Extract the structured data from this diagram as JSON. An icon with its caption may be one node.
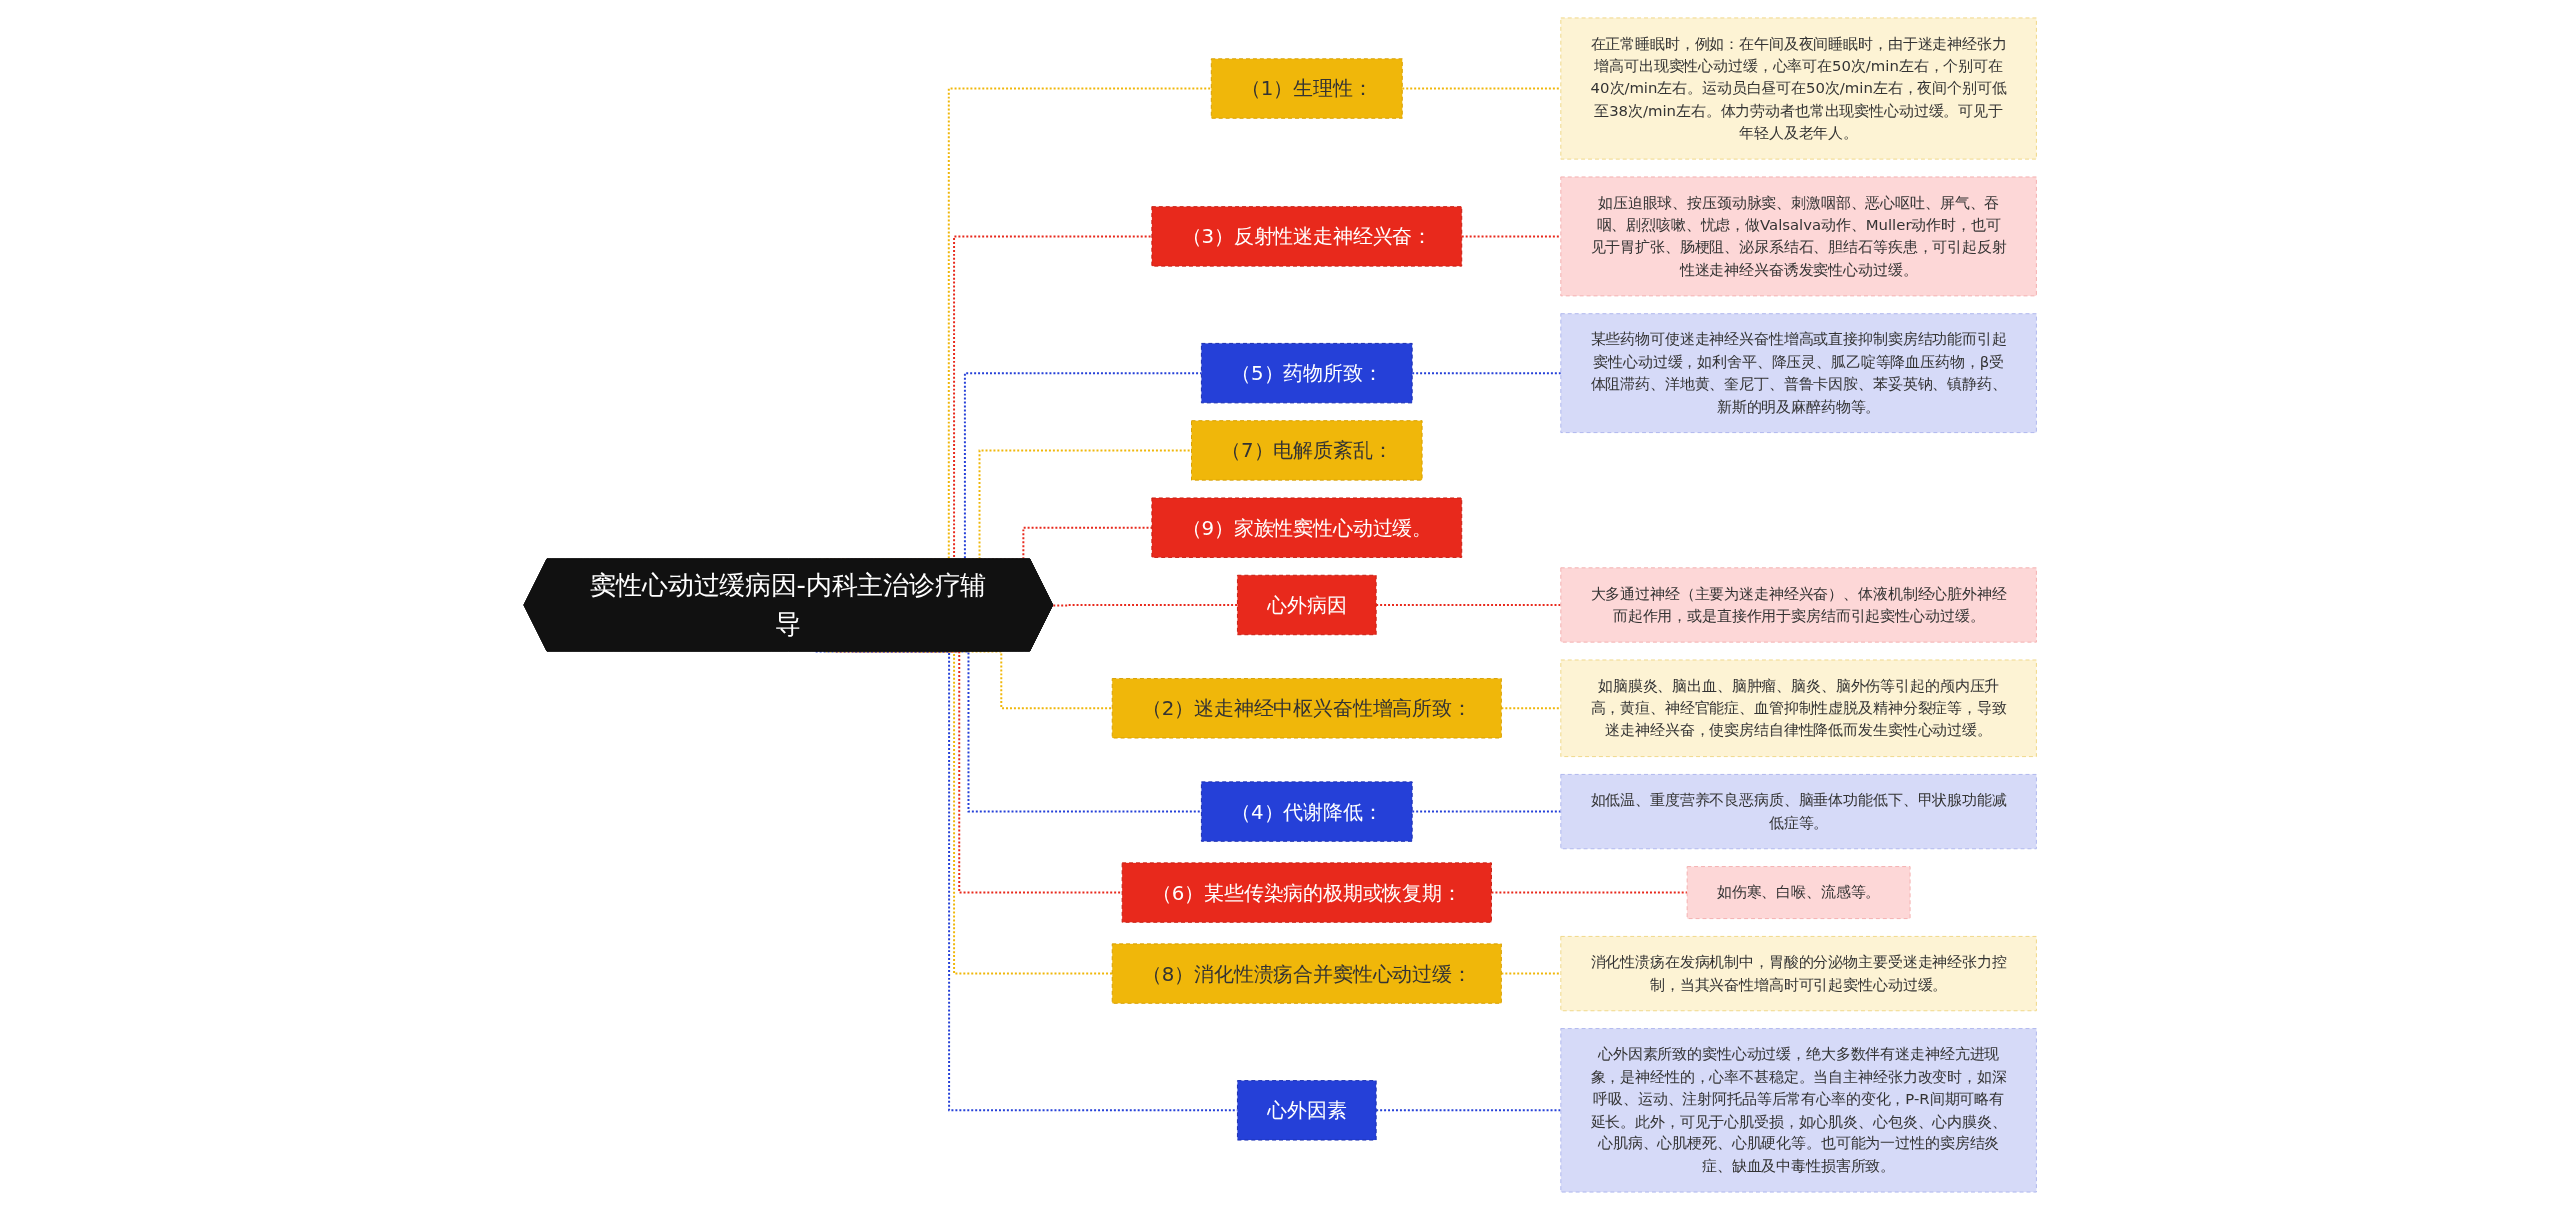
{
  "diagram": {
    "nodes": [
      {
        "text": [
          "窦性心动过缓病因-内科主治诊疗辅导"
        ]
      },
      {
        "text": [
          "（1）生理性："
        ]
      },
      {
        "text": [
          "在正常睡眠时，例如：在午间及夜间睡眠时，由于迷走神经张力增高可出现窦性心动过缓，心率可在50次/min左右，个别可在40次/min左右。运动员白昼可在50次/min左右，夜间个别可低至38次/min左右。体力劳动者也常出现窦性心动过缓。可见于年轻人及老年人。"
        ]
      },
      {
        "text": [
          "（3）反射性迷走神经兴奋："
        ]
      },
      {
        "text": [
          "如压迫眼球、按压颈动脉窦、刺激咽部、恶心呕吐、屏气、吞咽、剧烈咳嗽、忧虑，做Valsalva动作、Muller动作时，也可见于胃扩张、肠梗阻、泌尿系结石、胆结石等疾患，可引起反射性迷走神经兴奋诱发窦性心动过缓。"
        ]
      },
      {
        "text": [
          "（5）药物所致："
        ]
      },
      {
        "text": [
          "某些药物可使迷走神经兴奋性增高或直接抑制窦房结功能而引起窦性心动过缓，如利舍平、降压灵、胍乙啶等降血压药物，β受体阻滞药、洋地黄、奎尼丁、普鲁卡因胺、苯妥英钠、镇静药、新斯的明及麻醉药物等。"
        ]
      },
      {
        "text": [
          "（7）电解质紊乱："
        ]
      },
      {
        "text": [
          "（9）家族性窦性心动过缓。"
        ]
      },
      {
        "text": [
          "心外病因"
        ]
      },
      {
        "text": [
          "大多通过神经（主要为迷走神经兴奋）、体液机制经心脏外神经而起作用，或是直接作用于窦房结而引起窦性心动过缓。"
        ]
      },
      {
        "text": [
          "（2）迷走神经中枢兴奋性增高所致："
        ]
      },
      {
        "text": [
          "如脑膜炎、脑出血、脑肿瘤、脑炎、脑外伤等引起的颅内压升高，黄疸、神经官能症、血管抑制性虚脱及精神分裂症等，导致迷走神经兴奋，使窦房结自律性降低而发生窦性心动过缓。"
        ]
      },
      {
        "text": [
          "（4）代谢降低："
        ]
      },
      {
        "text": [
          "如低温、重度营养不良恶病质、脑垂体功能低下、甲状腺功能减低症等。"
        ]
      },
      {
        "text": [
          "（6）某些传染病的极期或恢复期："
        ]
      },
      {
        "text": [
          "如伤寒、白喉、流感等。"
        ]
      },
      {
        "text": [
          "（8）消化性溃疡合并窦性心动过缓："
        ]
      },
      {
        "text": [
          "消化性溃疡在发病机制中，胃酸的分泌物主要受迷走神经张力控制，当其兴奋性增高时可引起窦性心动过缓。"
        ]
      },
      {
        "text": [
          "心外因素"
        ]
      },
      {
        "text": [
          "心外因素所致的窦性心动过缓，绝大多数伴有迷走神经亢进现象，是神经性的，心率不甚稳定。当自主神经张力改变时，如深呼吸、运动、注射阿托品等后常有心率的变化，P-R间期可略有延长。此外，可见于心肌受损，如心肌炎、心包炎、心内膜炎、心肌病、心肌梗死、心肌硬化等。也可能为一过性的窦房结炎症、缺血及中毒性损害所致。"
        ]
      }
    ],
    "edges": [
      {
        "from": 0,
        "to": 1,
        "arrow": "none",
        "style": "dashed",
        "color": "#f0b70a"
      },
      {
        "from": 1,
        "to": 2,
        "arrow": "none",
        "style": "dashed",
        "color": "#f0b70a"
      },
      {
        "from": 0,
        "to": 3,
        "arrow": "none",
        "style": "dashed",
        "color": "#e8291c"
      },
      {
        "from": 3,
        "to": 4,
        "arrow": "none",
        "style": "dashed",
        "color": "#e8291c"
      },
      {
        "from": 0,
        "to": 5,
        "arrow": "none",
        "style": "dashed",
        "color": "#2540d8"
      },
      {
        "from": 5,
        "to": 6,
        "arrow": "none",
        "style": "dashed",
        "color": "#2540d8"
      },
      {
        "from": 0,
        "to": 7,
        "arrow": "none",
        "style": "dashed",
        "color": "#f0b70a"
      },
      {
        "from": 0,
        "to": 8,
        "arrow": "none",
        "style": "dashed",
        "color": "#e8291c"
      },
      {
        "from": 0,
        "to": 9,
        "arrow": "none",
        "style": "dashed",
        "color": "#e8291c"
      },
      {
        "from": 9,
        "to": 10,
        "arrow": "none",
        "style": "dashed",
        "color": "#e8291c"
      },
      {
        "from": 0,
        "to": 11,
        "arrow": "none",
        "style": "dashed",
        "color": "#f0b70a"
      },
      {
        "from": 11,
        "to": 12,
        "arrow": "none",
        "style": "dashed",
        "color": "#f0b70a"
      },
      {
        "from": 0,
        "to": 13,
        "arrow": "none",
        "style": "dashed",
        "color": "#2540d8"
      },
      {
        "from": 13,
        "to": 14,
        "arrow": "none",
        "style": "dashed",
        "color": "#2540d8"
      },
      {
        "from": 0,
        "to": 15,
        "arrow": "none",
        "style": "dashed",
        "color": "#e8291c"
      },
      {
        "from": 15,
        "to": 16,
        "arrow": "none",
        "style": "dashed",
        "color": "#e8291c"
      },
      {
        "from": 0,
        "to": 17,
        "arrow": "none",
        "style": "dashed",
        "color": "#f0b70a"
      },
      {
        "from": 17,
        "to": 18,
        "arrow": "none",
        "style": "dashed",
        "color": "#f0b70a"
      },
      {
        "from": 0,
        "to": 19,
        "arrow": "none",
        "style": "dashed",
        "color": "#2540d8"
      },
      {
        "from": 19,
        "to": 20,
        "arrow": "none",
        "style": "dashed",
        "color": "#2540d8"
      }
    ]
  }
}
